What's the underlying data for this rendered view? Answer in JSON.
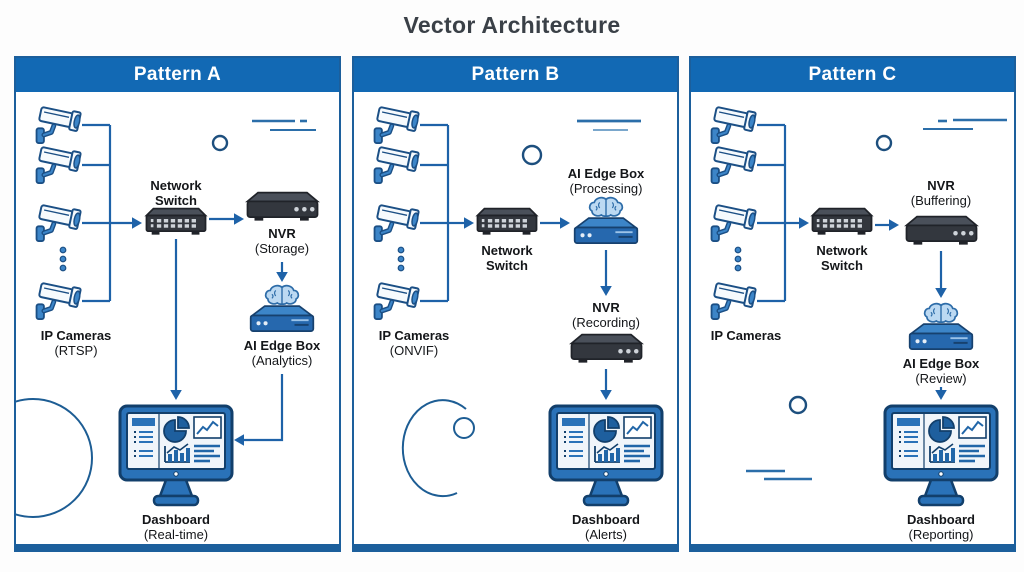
{
  "title": "Vector Architecture",
  "colors": {
    "header_blue": "#1269b4",
    "panel_border_blue": "#1c5f9c",
    "connector_blue": "#1e62a8",
    "device_dark": "#33373e",
    "device_blue": "#2668ae",
    "camera_blue": "#3c85c8",
    "text_dark": "#141619"
  },
  "panels": [
    {
      "title": "Pattern A",
      "nodes": {
        "cameras": {
          "name": "IP Cameras",
          "sub": "(RTSP)"
        },
        "switch": {
          "name": "Network Switch"
        },
        "nvr": {
          "name": "NVR",
          "sub": "(Storage)"
        },
        "edge": {
          "name": "AI Edge Box",
          "sub": "(Analytics)"
        },
        "dashboard": {
          "name": "Dashboard",
          "sub": "(Real-time)"
        }
      }
    },
    {
      "title": "Pattern B",
      "nodes": {
        "cameras": {
          "name": "IP Cameras",
          "sub": "(ONVIF)"
        },
        "switch": {
          "name": "Network Switch"
        },
        "edge": {
          "name": "AI Edge Box",
          "sub": "(Processing)"
        },
        "nvr": {
          "name": "NVR",
          "sub": "(Recording)"
        },
        "dashboard": {
          "name": "Dashboard",
          "sub": "(Alerts)"
        }
      }
    },
    {
      "title": "Pattern C",
      "nodes": {
        "cameras": {
          "name": "IP Cameras",
          "sub": ""
        },
        "switch": {
          "name": "Network Switch"
        },
        "nvr": {
          "name": "NVR",
          "sub": "(Buffering)"
        },
        "edge": {
          "name": "AI Edge Box",
          "sub": "(Review)"
        },
        "dashboard": {
          "name": "Dashboard",
          "sub": "(Reporting)"
        }
      }
    }
  ]
}
